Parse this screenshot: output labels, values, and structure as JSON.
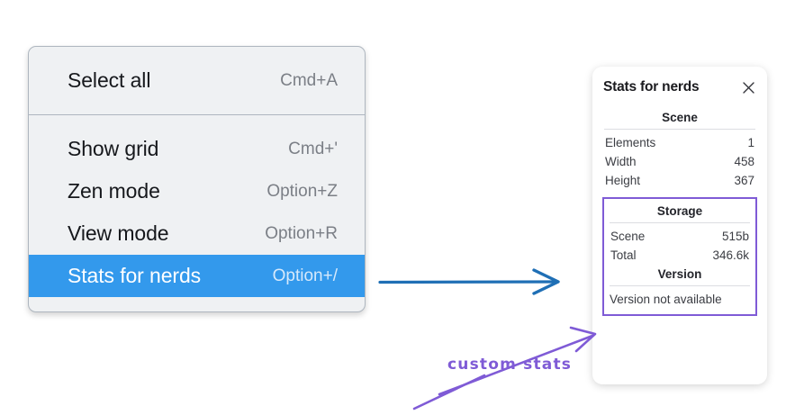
{
  "context_menu": {
    "groups": [
      {
        "items": [
          {
            "label": "Select all",
            "shortcut": "Cmd+A",
            "selected": false
          }
        ]
      },
      {
        "items": [
          {
            "label": "Show grid",
            "shortcut": "Cmd+'",
            "selected": false
          },
          {
            "label": "Zen mode",
            "shortcut": "Option+Z",
            "selected": false
          },
          {
            "label": "View mode",
            "shortcut": "Option+R",
            "selected": false
          },
          {
            "label": "Stats for nerds",
            "shortcut": "Option+/",
            "selected": true
          }
        ]
      }
    ],
    "highlight_color": "#3399ec",
    "background_color": "#eff1f3"
  },
  "stats_panel": {
    "title": "Stats for nerds",
    "close_icon": "close-icon",
    "sections": [
      {
        "name": "scene",
        "heading": "Scene",
        "rows": [
          {
            "key": "Elements",
            "value": "1"
          },
          {
            "key": "Width",
            "value": "458"
          },
          {
            "key": "Height",
            "value": "367"
          }
        ]
      },
      {
        "name": "storage",
        "heading": "Storage",
        "rows": [
          {
            "key": "Scene",
            "value": "515b"
          },
          {
            "key": "Total",
            "value": "346.6k"
          }
        ]
      },
      {
        "name": "version",
        "heading": "Version",
        "text": "Version not available"
      }
    ],
    "custom_outline_color": "#7f5bd6"
  },
  "annotations": {
    "flow_arrow": {
      "name": "blue-flow-arrow",
      "color": "#1f6fb5"
    },
    "callout": {
      "text": "custom stats",
      "color": "#7f5bd6"
    }
  }
}
